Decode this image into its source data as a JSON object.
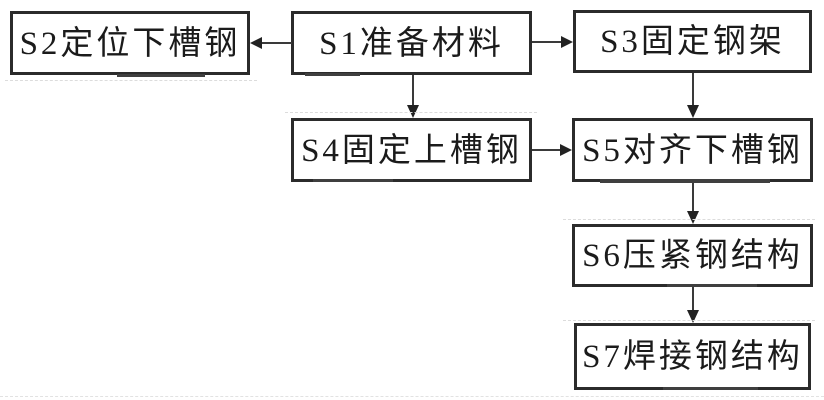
{
  "diagram": {
    "type": "flowchart",
    "nodes": {
      "s1": {
        "id": "S1",
        "label": "S1准备材料"
      },
      "s2": {
        "id": "S2",
        "label": "S2定位下槽钢"
      },
      "s3": {
        "id": "S3",
        "label": "S3固定钢架"
      },
      "s4": {
        "id": "S4",
        "label": "S4固定上槽钢"
      },
      "s5": {
        "id": "S5",
        "label": "S5对齐下槽钢"
      },
      "s6": {
        "id": "S6",
        "label": "S6压紧钢结构"
      },
      "s7": {
        "id": "S7",
        "label": "S7焊接钢结构"
      }
    },
    "edges": [
      {
        "from": "S1",
        "to": "S2",
        "direction": "left"
      },
      {
        "from": "S1",
        "to": "S3",
        "direction": "right"
      },
      {
        "from": "S1",
        "to": "S4",
        "direction": "down"
      },
      {
        "from": "S3",
        "to": "S5",
        "direction": "down"
      },
      {
        "from": "S4",
        "to": "S5",
        "direction": "right"
      },
      {
        "from": "S5",
        "to": "S6",
        "direction": "down"
      },
      {
        "from": "S6",
        "to": "S7",
        "direction": "down"
      }
    ]
  },
  "colors": {
    "node_border": "#2b2b2b",
    "connector": "#3a3a3a",
    "arrowhead": "#222222",
    "text": "#1b1b1b",
    "background": "#ffffff"
  }
}
